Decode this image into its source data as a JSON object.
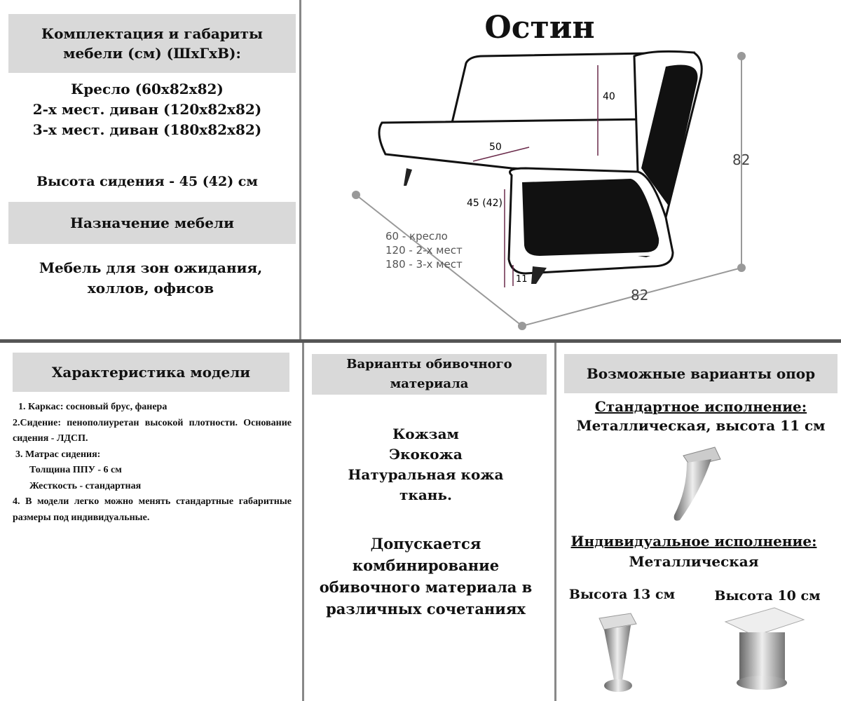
{
  "left_top": {
    "header": "Комплектация и габариты мебели (см) (ШхГхВ):",
    "sizes": [
      "Кресло (60х82х82)",
      "2-х мест. диван (120х82х82)",
      "3-х мест. диван (180х82х82)"
    ],
    "seat_height": "Высота сидения - 45 (42) см",
    "purpose_header": "Назначение мебели",
    "purpose": "Мебель для зон ожидания, холлов, офисов"
  },
  "title": "Остин",
  "diagram": {
    "back_height": "40",
    "seat_depth": "50",
    "seat_h": "45 (42)",
    "leg_h": "11",
    "height": "82",
    "depth": "82",
    "widths": [
      "60 - кресло",
      "120 - 2-х мест",
      "180 - 3-х мест"
    ]
  },
  "characteristics": {
    "header": "Характеристика модели",
    "items": [
      "1.   Каркас: сосновый брус, фанера",
      "2.Сидение: пенополиуретан высокой плотности. Основание сидения - ЛДСП.",
      "3. Матрас сидения:",
      "Толщина ППУ - 6 см",
      "Жесткость - стандартная",
      "4. В модели легко можно менять стандартные габаритные размеры под индивидуальные."
    ]
  },
  "materials": {
    "header": "Варианты обивочного материала",
    "list": [
      "Кожзам",
      "Экокожа",
      "Натуральная кожа",
      "ткань."
    ],
    "note": "Допускается комбинирование обивочного материала в различных сочетаниях"
  },
  "legs": {
    "header": "Возможные варианты опор",
    "standard_title": "Стандартное исполнение:",
    "standard_desc": "Металлическая, высота 11 см",
    "custom_title": "Индивидуальное исполнение:",
    "custom_desc": "Металлическая",
    "h13": "Высота 13 см",
    "h10": "Высота 10 см"
  }
}
